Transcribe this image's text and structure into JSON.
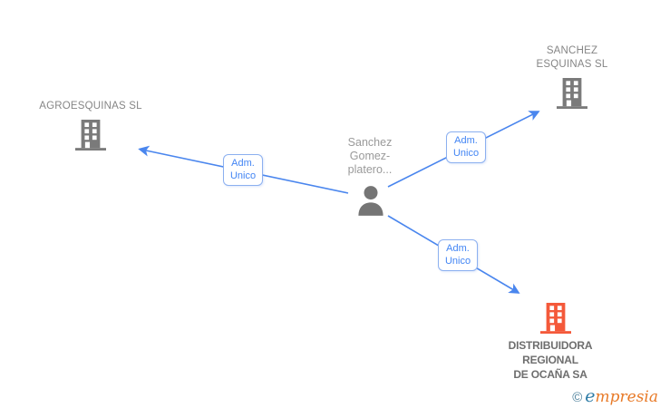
{
  "diagram": {
    "person": {
      "name_lines": [
        "Sanchez",
        "Gomez-",
        "platero..."
      ]
    },
    "companies": [
      {
        "id": "agroesquinas",
        "name_lines": [
          "AGROESQUINAS SL"
        ]
      },
      {
        "id": "sanchez-esquinas",
        "name_lines": [
          "SANCHEZ",
          "ESQUINAS SL"
        ]
      },
      {
        "id": "distribuidora-regional",
        "name_lines": [
          "DISTRIBUIDORA",
          "REGIONAL",
          "DE OCAÑA SA"
        ],
        "highlighted": true
      }
    ],
    "edges": [
      {
        "from": "person",
        "to": "agroesquinas",
        "label_lines": [
          "Adm.",
          "Unico"
        ]
      },
      {
        "from": "person",
        "to": "sanchez-esquinas",
        "label_lines": [
          "Adm.",
          "Unico"
        ]
      },
      {
        "from": "person",
        "to": "distribuidora-regional",
        "label_lines": [
          "Adm.",
          "Unico"
        ]
      }
    ]
  },
  "footer": {
    "copyright": "©",
    "brand_initial": "e",
    "brand_rest": "mpresia"
  },
  "colors": {
    "edge_blue": "#4a86ee",
    "edge_label_blue": "#4285f4",
    "node_gray": "#7a7a7a",
    "text_gray": "#868686",
    "highlight_orange": "#f4593a",
    "brand_blue": "#2e7ca6",
    "brand_orange": "#e87a28"
  }
}
